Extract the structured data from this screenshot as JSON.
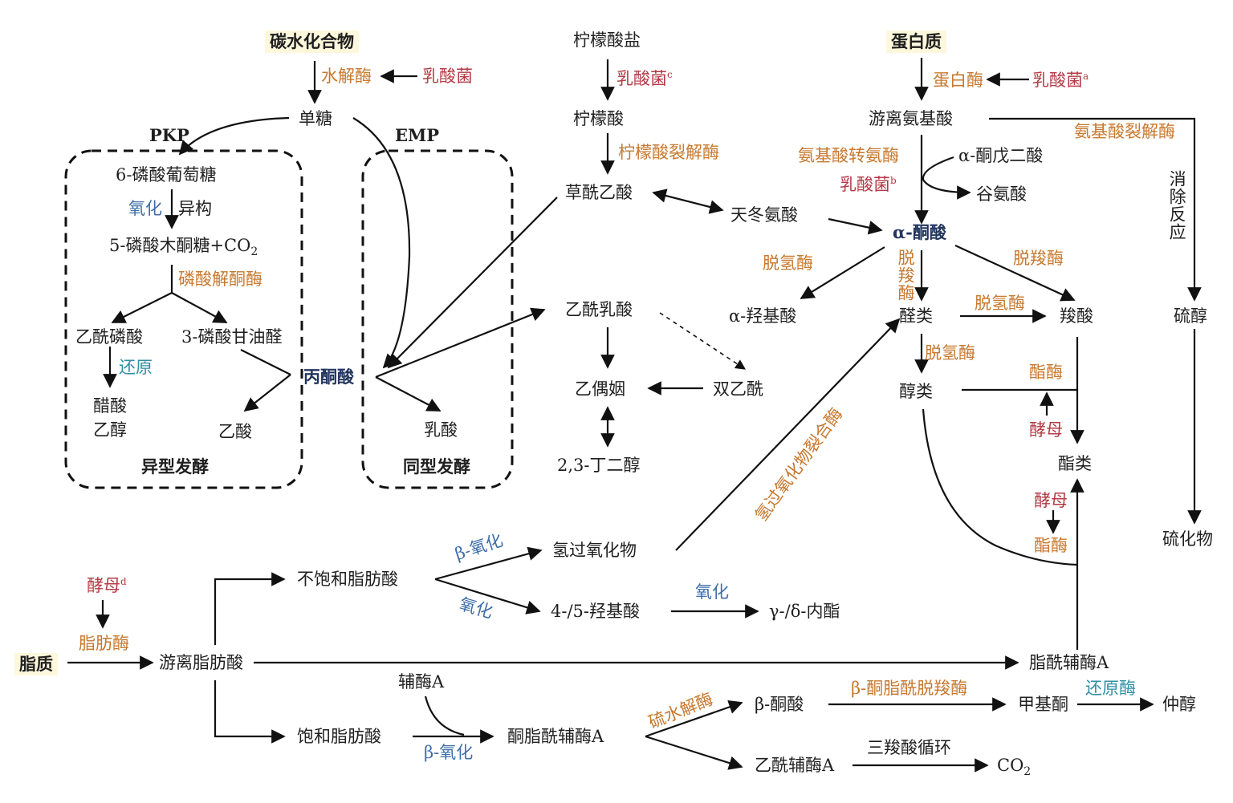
{
  "nodes": {
    "carb": "碳水化合物",
    "hydrolase": "水解酶",
    "lab1": "乳酸菌",
    "monosac": "单糖",
    "pkp": "PKP",
    "emp": "EMP",
    "g6p": "6-磷酸葡萄糖",
    "oxidize1": "氧化",
    "isomer": "异构",
    "x5p": "5-磷酸木酮糖+CO",
    "co2_sub": "2",
    "phosphoketolase": "磷酸解酮酶",
    "acetylp": "乙酰磷酸",
    "g3p": "3-磷酸甘油醛",
    "reduce1": "还原",
    "acetic_ethanol_1": "醋酸",
    "acetic_ethanol_2": "乙醇",
    "acetic2": "乙酸",
    "pyruvate": "丙酮酸",
    "lactic": "乳酸",
    "hetero": "异型发酵",
    "homo": "同型发酵",
    "citrate_salt": "柠檬酸盐",
    "lab2": "乳酸菌",
    "sup_c": "c",
    "citric": "柠檬酸",
    "citrate_lyase": "柠檬酸裂解酶",
    "oxaloacetate": "草酰乙酸",
    "aspartate": "天冬氨酸",
    "acetolactate": "乙酰乳酸",
    "acetoin": "乙偶姻",
    "diacetyl": "双乙酰",
    "butanediol": "2,3-丁二醇",
    "protein": "蛋白质",
    "protease": "蛋白酶",
    "lab3": "乳酸菌",
    "sup_a": "a",
    "free_aa": "游离氨基酸",
    "aa_lyase": "氨基酸裂解酶",
    "transaminase": "氨基酸转氨酶",
    "lab4": "乳酸菌",
    "sup_b": "b",
    "akg": "α-酮戊二酸",
    "glutamate": "谷氨酸",
    "keto_acid": "α-酮酸",
    "elimination": "消除反应",
    "dehydrogenase1": "脱氢酶",
    "decarboxylase1": "脱羧酶",
    "decarboxylase2": "脱羧酶",
    "hydroxy_acid": "α-羟基酸",
    "aldehydes": "醛类",
    "dehydrogenase2": "脱氢酶",
    "carboxylic": "羧酸",
    "thiol": "硫醇",
    "dehydrogenase3": "脱氢酶",
    "alcohols": "醇类",
    "esterase1": "酯酶",
    "yeast1": "酵母",
    "esters": "酯类",
    "yeast2": "酵母",
    "esterase2": "酯酶",
    "sulfide": "硫化物",
    "lipoxygenase": "氢过氧化物裂合酶",
    "yeast_d": "酵母",
    "sup_d": "d",
    "lipase": "脂肪酶",
    "lipid": "脂质",
    "ffa": "游离脂肪酸",
    "ufa": "不饱和脂肪酸",
    "beta_ox1": "β-氧化",
    "oxidation2": "氧化",
    "hydroperoxide": "氢过氧化物",
    "hydroxy_fa": "4-/5-羟基酸",
    "oxidation3": "氧化",
    "lactones": "γ-/δ-内酯",
    "acyl_coa": "脂酰辅酶A",
    "coa": "辅酶A",
    "sfa": "饱和脂肪酸",
    "beta_ox2": "β-氧化",
    "ketoacyl_coa": "酮脂酰辅酶A",
    "thiolase": "硫水解酶",
    "beta_keto": "β-酮酸",
    "ketoacyl_decarb": "β-酮脂酰脱羧酶",
    "methyl_ketone": "甲基酮",
    "reductase": "还原酶",
    "sec_alcohol": "仲醇",
    "acetyl_coa": "乙酰辅酶A",
    "tca": "三羧酸循环",
    "co2": "CO",
    "co2_sub2": "2"
  }
}
